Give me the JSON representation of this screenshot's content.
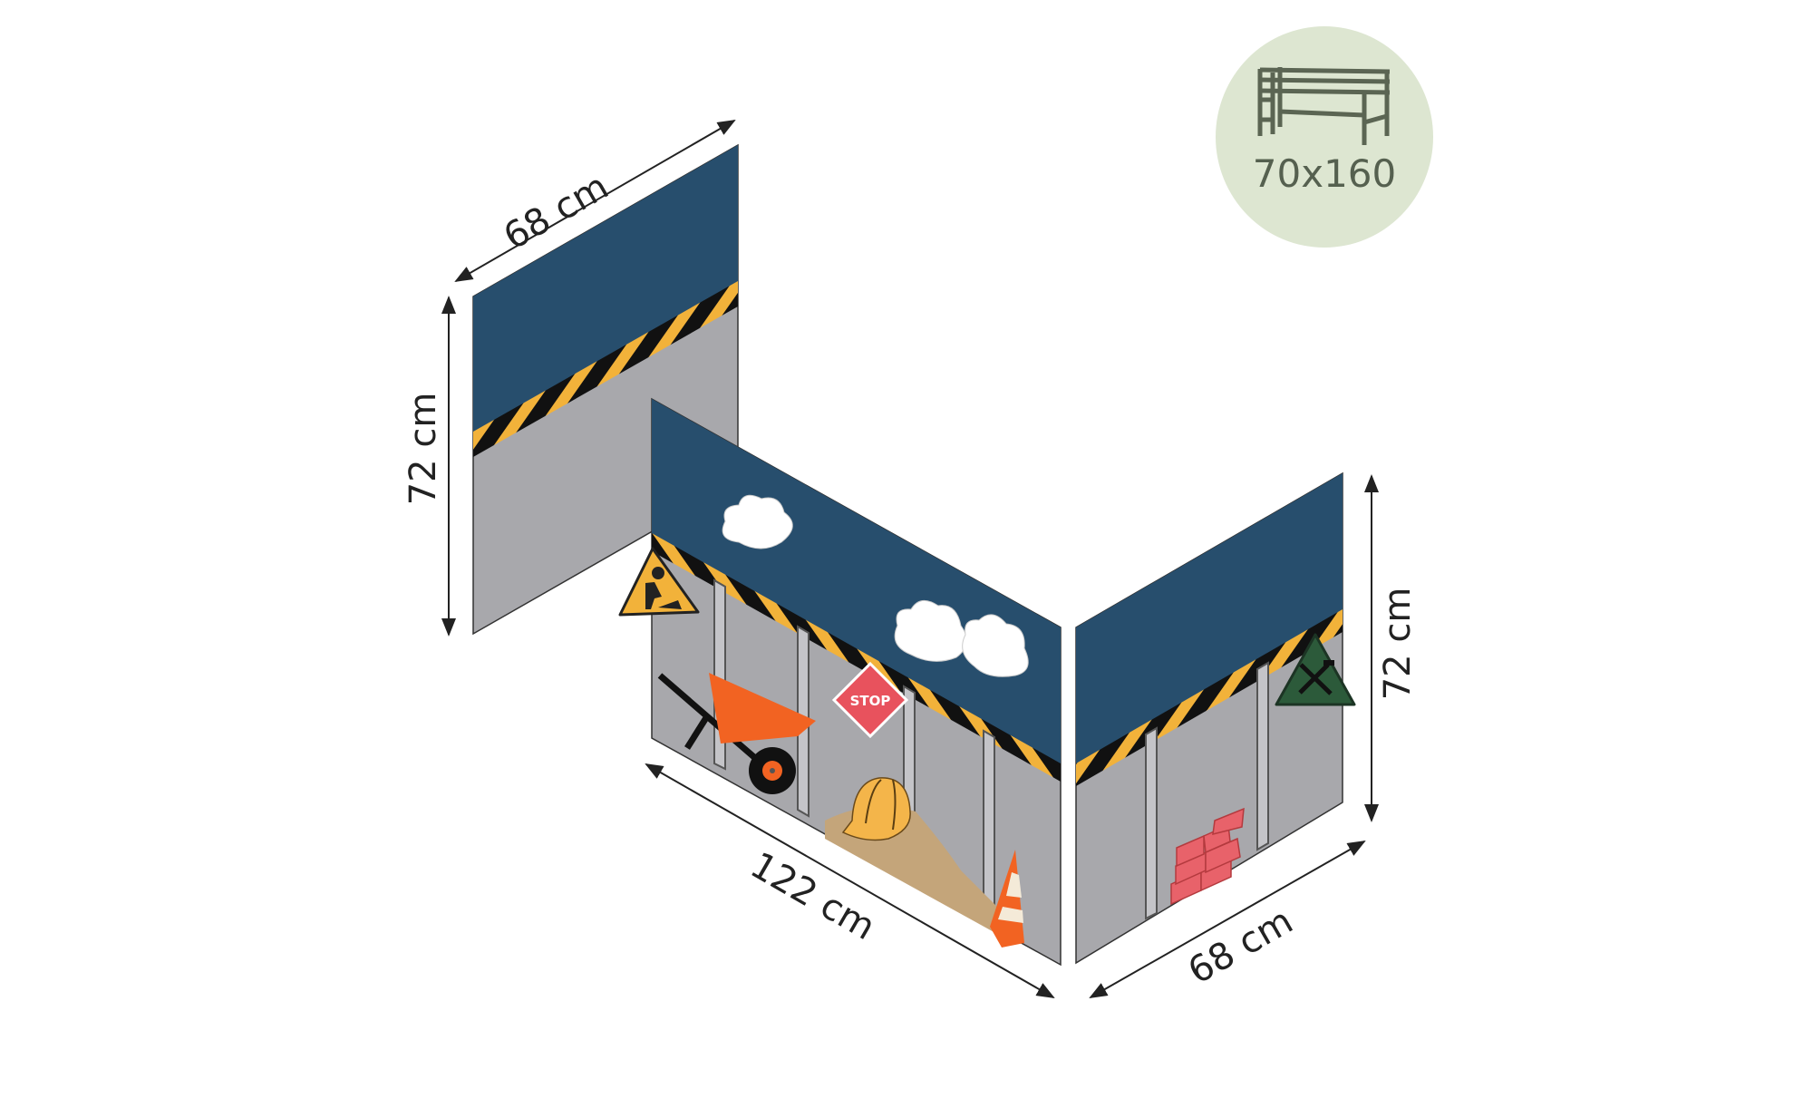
{
  "diagram": {
    "subject": "Loft bed curtain set - construction theme",
    "colors": {
      "sky": "#274e6d",
      "wall": "#a8a8ac",
      "stripe_yellow": "#f2b23a",
      "stripe_black": "#111111",
      "badge_bg": "#dde6d1",
      "badge_fg": "#5b6553"
    },
    "badge": {
      "icon": "loft-bed-icon",
      "size_label": "70x160"
    },
    "panels": [
      {
        "id": "left",
        "width_label": "68 cm",
        "height_label": "72 cm"
      },
      {
        "id": "middle",
        "width_label": "122 cm"
      },
      {
        "id": "right",
        "width_label": "68 cm",
        "height_label": "72 cm"
      }
    ],
    "illustrations": {
      "stop_sign_text": "STOP",
      "items": [
        "worker-warning-sign",
        "wheelbarrow",
        "stop-sign",
        "hard-hat",
        "sand-pile",
        "traffic-cone",
        "clouds",
        "tools-warning-sign",
        "brick-stack"
      ]
    }
  }
}
